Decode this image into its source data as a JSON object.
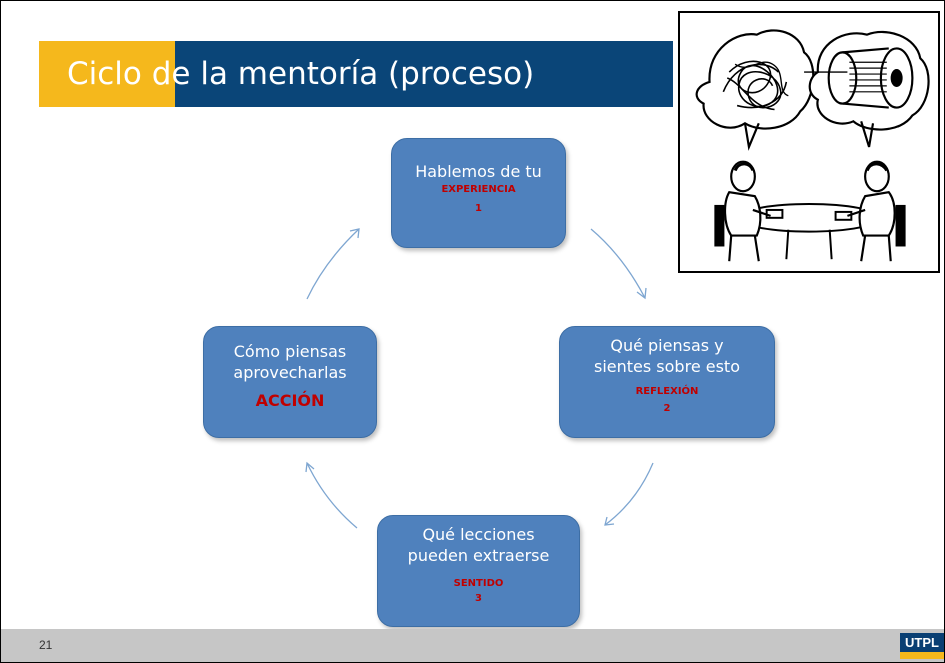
{
  "slide": {
    "title": "Ciclo de la mentoría (proceso)",
    "page_number": "21",
    "logo_text": "UTPL"
  },
  "cycle": [
    {
      "main": "Hablemos de tu",
      "label": "EXPERIENCIA",
      "number": "1"
    },
    {
      "main": "Qué piensas y\nsientes sobre esto",
      "label": "REFLEXIÓN",
      "number": "2"
    },
    {
      "main": "Qué lecciones\npueden extraerse",
      "label": "SENTIDO",
      "number": "3"
    },
    {
      "main": "Cómo piensas\naprovecharlas",
      "label": "ACCIÓN"
    }
  ],
  "colors": {
    "title_bar": "#0a4578",
    "title_accent": "#f5b81c",
    "box_fill": "#4f81bd",
    "label_red": "#c00000",
    "footer": "#c6c6c6",
    "arrow": "#7ea6d1"
  }
}
